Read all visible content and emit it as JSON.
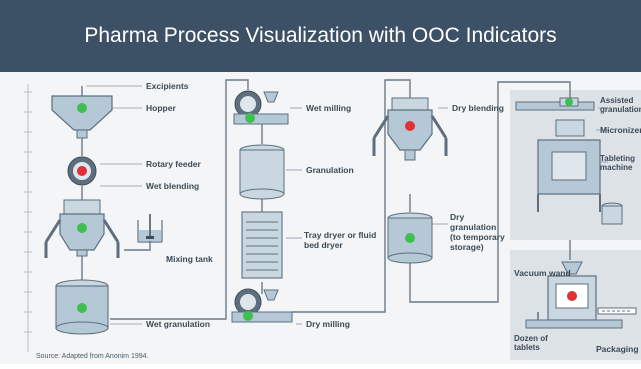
{
  "title": "Pharma Process Visualization with OOC Indicators",
  "labels": {
    "excipients": "Excipients",
    "hopper": "Hopper",
    "rotary_feeder": "Rotary feeder",
    "wet_blending": "Wet blending",
    "mixing_tank": "Mixing tank",
    "wet_granulation": "Wet granulation",
    "wet_milling": "Wet milling",
    "granulation": "Granulation",
    "tray_dryer": "Tray dryer or fluid bed dryer",
    "dry_milling": "Dry milling",
    "dry_blending": "Dry blending",
    "dry_granulation": "Dry granulation (to temporary storage)",
    "assisted_granulation": "Assisted granulation",
    "micronizer": "Micronizer",
    "tableting_machine": "Tableting machine",
    "vacuum_wand": "Vacuum wand",
    "dozen_of_tablets": "Dozen of tablets",
    "packaging": "Packaging",
    "source": "Source: Adapted from Anonim 1994."
  },
  "indicator_colors": {
    "in_control": "#3fbf4f",
    "out_of_control": "#e0303a"
  },
  "indicators": {
    "hopper": "in_control",
    "rotary_feeder": "out_of_control",
    "wet_blender": "in_control",
    "wet_granulation_vessel": "in_control",
    "wet_mill": "in_control",
    "dry_mill": "in_control",
    "dry_blender": "out_of_control",
    "dry_granulation_storage": "in_control",
    "granulation_unit": "in_control",
    "packaging_machine": "out_of_control"
  }
}
